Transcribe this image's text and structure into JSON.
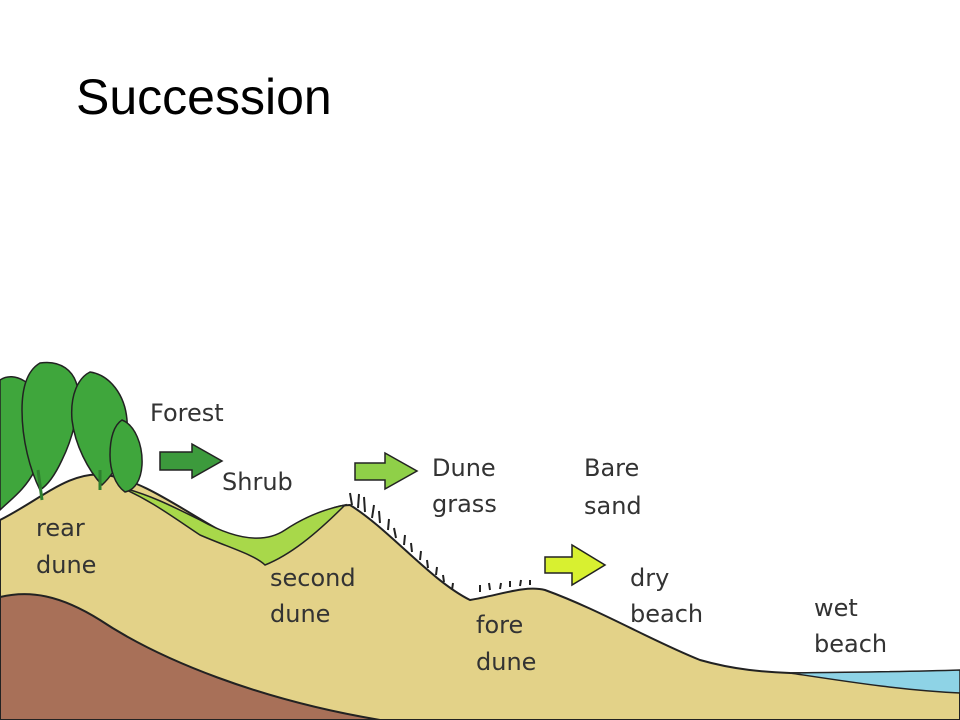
{
  "slide": {
    "title": "Succession"
  },
  "diagram": {
    "labels": {
      "forest": "Forest",
      "shrub": "Shrub",
      "dune_grass": [
        "Dune",
        "grass"
      ],
      "bare_sand": [
        "Bare",
        "sand"
      ],
      "rear_dune": [
        "rear",
        "dune"
      ],
      "second_dune": [
        "second",
        "dune"
      ],
      "fore_dune": [
        "fore",
        "dune"
      ],
      "dry_beach": [
        "dry",
        "beach"
      ],
      "wet_beach": [
        "wet",
        "beach"
      ]
    },
    "colors": {
      "sand": "#E3D288",
      "soil": "#A87058",
      "shrub": "#A8D84A",
      "tree": "#3FA63C",
      "tree_dark": "#2E7F2E",
      "arrow_dark": "#3C9A3C",
      "arrow_mid": "#8FD048",
      "arrow_light": "#D8F030",
      "water": "#8ED3E6",
      "outline": "#222222",
      "label": "#333333"
    }
  }
}
